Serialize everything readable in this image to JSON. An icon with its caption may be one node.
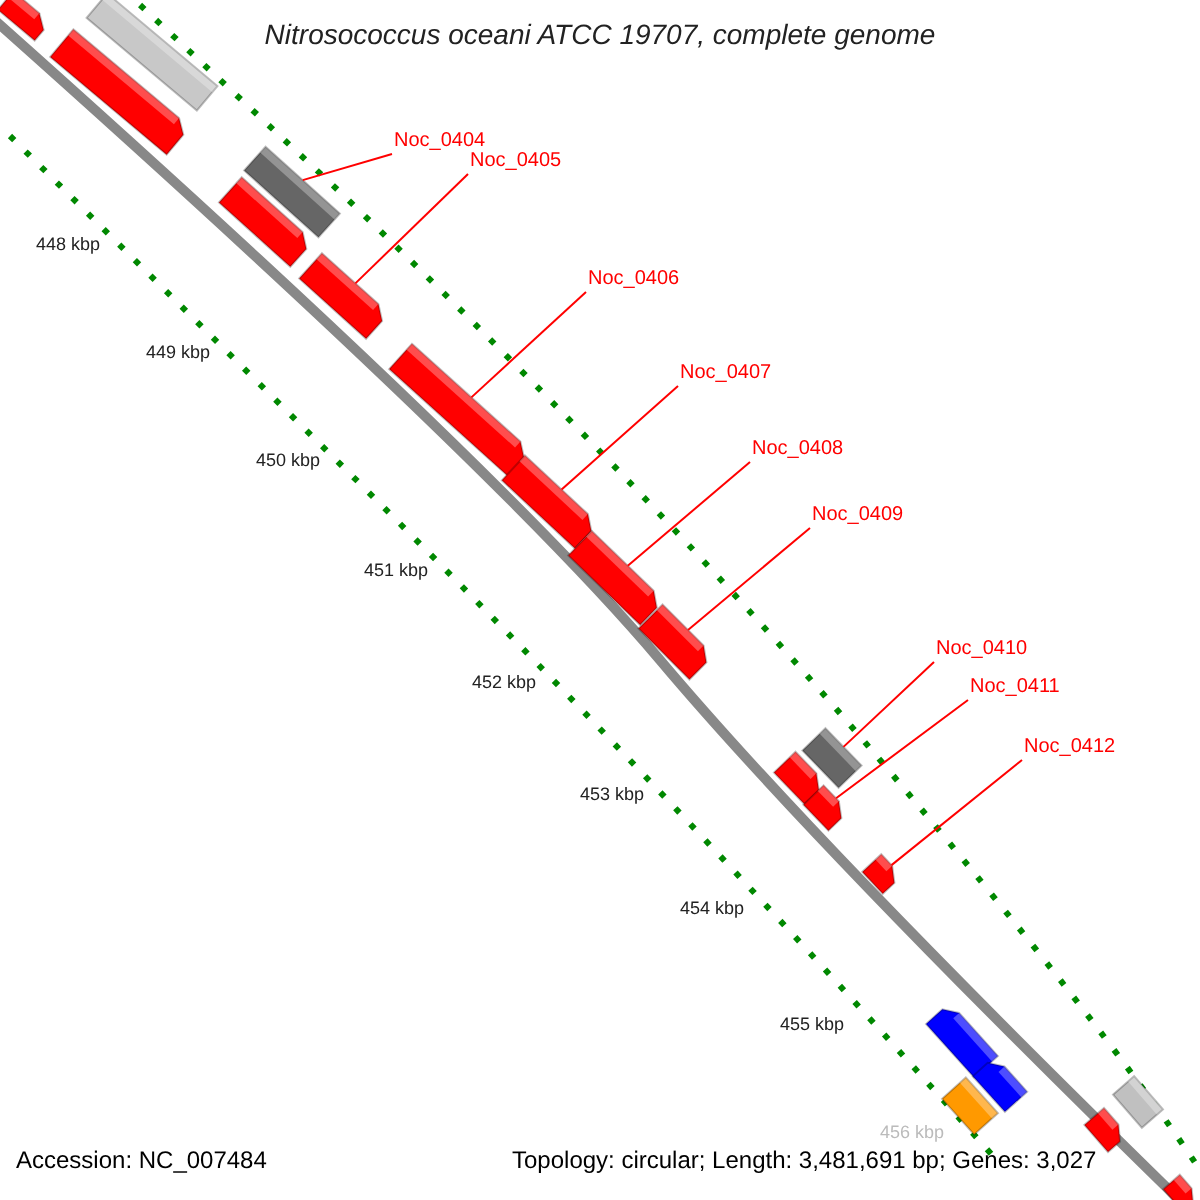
{
  "diagram": {
    "title": "Nitrosococcus oceani ATCC 19707, complete genome",
    "nodes": [
      {
        "text": [],
        "shape": "pentagon"
      },
      {
        "text": [],
        "shape": "box"
      },
      {
        "text": [],
        "shape": "pentagon"
      },
      {
        "text": [
          "Noc_0404"
        ]
      },
      {
        "text": [],
        "shape": "box"
      },
      {
        "text": [],
        "shape": "pentagon"
      },
      {
        "text": [
          "Noc_0405"
        ]
      },
      {
        "text": [],
        "shape": "pentagon"
      },
      {
        "text": [
          "Noc_0406"
        ]
      },
      {
        "text": [],
        "shape": "pentagon"
      },
      {
        "text": [
          "Noc_0407"
        ]
      },
      {
        "text": [],
        "shape": "pentagon"
      },
      {
        "text": [
          "Noc_0408"
        ]
      },
      {
        "text": [],
        "shape": "pentagon"
      },
      {
        "text": [
          "Noc_0409"
        ]
      },
      {
        "text": [],
        "shape": "pentagon"
      },
      {
        "text": [
          "Noc_0410"
        ]
      },
      {
        "text": [
          "Noc_0411"
        ]
      },
      {
        "text": [],
        "shape": "box"
      },
      {
        "text": [],
        "shape": "pentagon"
      },
      {
        "text": [],
        "shape": "pentagon"
      },
      {
        "text": [
          "Noc_0412"
        ]
      },
      {
        "text": [],
        "shape": "pentagon"
      },
      {
        "text": [],
        "shape": "pentagon"
      },
      {
        "text": [],
        "shape": "pentagon"
      },
      {
        "text": [],
        "shape": "box"
      },
      {
        "text": [],
        "shape": "box"
      },
      {
        "text": [],
        "shape": "pentagon"
      },
      {
        "text": [],
        "shape": "pentagon"
      }
    ],
    "edges": [
      {
        "from": 3,
        "to": 4,
        "arrow": "none"
      },
      {
        "from": 6,
        "to": 7,
        "arrow": "none"
      },
      {
        "from": 8,
        "to": 9,
        "arrow": "none"
      },
      {
        "from": 10,
        "to": 11,
        "arrow": "none"
      },
      {
        "from": 12,
        "to": 13,
        "arrow": "none"
      },
      {
        "from": 14,
        "to": 15,
        "arrow": "none"
      },
      {
        "from": 16,
        "to": 18,
        "arrow": "none"
      },
      {
        "from": 17,
        "to": 20,
        "arrow": "none"
      },
      {
        "from": 21,
        "to": 22,
        "arrow": "none"
      }
    ],
    "labels": [
      "448 kbp",
      "449 kbp",
      "450 kbp",
      "451 kbp",
      "452 kbp",
      "453 kbp",
      "454 kbp",
      "455 kbp",
      "456 kbp",
      "Accession: NC_007484",
      "Topology: circular; Length: 3,481,691 bp; Genes: 3,027"
    ]
  }
}
